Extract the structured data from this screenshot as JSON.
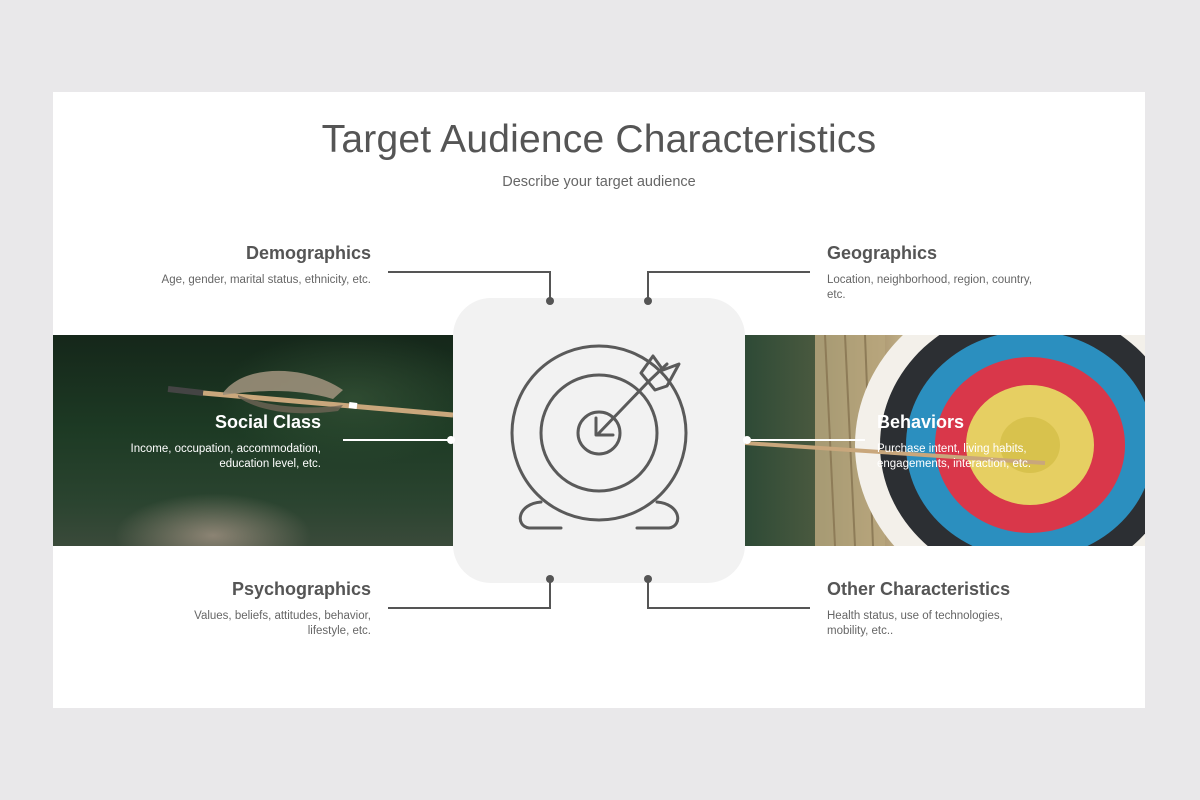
{
  "slide": {
    "title": "Target Audience Characteristics",
    "subtitle": "Describe your target audience"
  },
  "items": {
    "demographics": {
      "title": "Demographics",
      "desc": "Age, gender, marital status, ethnicity, etc."
    },
    "geographics": {
      "title": "Geographics",
      "desc_line1": "Location, neighborhood, region, country,",
      "desc_line2": "etc."
    },
    "social_class": {
      "title": "Social Class",
      "desc_line1": "Income, occupation, accommodation,",
      "desc_line2": "education level, etc."
    },
    "behaviors": {
      "title": "Behaviors",
      "desc_line1": "Purchase intent, living habits,",
      "desc_line2": "engagements, interaction, etc."
    },
    "psychographics": {
      "title": "Psychographics",
      "desc_line1": "Values, beliefs, attitudes, behavior,",
      "desc_line2": "lifestyle, etc."
    },
    "other": {
      "title": "Other Characteristics",
      "desc_line1": "Health status, use of technologies,",
      "desc_line2": "mobility, etc.."
    }
  },
  "icons": {
    "center": "target-with-arrow-icon"
  },
  "colors": {
    "background": "#e9e8ea",
    "slide": "#ffffff",
    "text": "#555555",
    "line": "#555555",
    "center_box": "#f2f2f2"
  }
}
